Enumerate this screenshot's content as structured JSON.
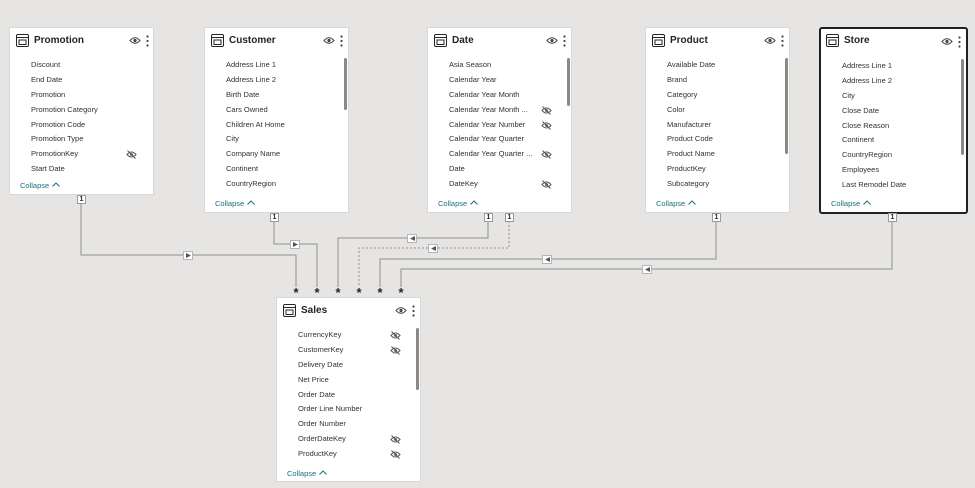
{
  "tables": {
    "promotion": {
      "title": "Promotion",
      "fields": [
        "Discount",
        "End Date",
        "Promotion",
        "Promotion Category",
        "Promotion Code",
        "Promotion Type",
        "PromotionKey",
        "Start Date"
      ],
      "collapse": "Collapse"
    },
    "customer": {
      "title": "Customer",
      "fields": [
        "Address Line 1",
        "Address Line 2",
        "Birth Date",
        "Cars Owned",
        "Children At Home",
        "City",
        "Company Name",
        "Continent",
        "CountryRegion"
      ],
      "collapse": "Collapse"
    },
    "date": {
      "title": "Date",
      "fields": [
        "Asia Season",
        "Calendar Year",
        "Calendar Year Month",
        "Calendar Year Month ...",
        "Calendar Year Number",
        "Calendar Year Quarter",
        "Calendar Year Quarter ...",
        "Date",
        "DateKey"
      ],
      "collapse": "Collapse"
    },
    "product": {
      "title": "Product",
      "fields": [
        "Available Date",
        "Brand",
        "Category",
        "Color",
        "Manufacturer",
        "Product Code",
        "Product Name",
        "ProductKey",
        "Subcategory"
      ],
      "collapse": "Collapse"
    },
    "store": {
      "title": "Store",
      "fields": [
        "Address Line 1",
        "Address Line 2",
        "City",
        "Close Date",
        "Close Reason",
        "Continent",
        "CountryRegion",
        "Employees",
        "Last Remodel Date"
      ],
      "collapse": "Collapse"
    },
    "sales": {
      "title": "Sales",
      "fields": [
        "CurrencyKey",
        "CustomerKey",
        "Delivery Date",
        "Net Price",
        "Order Date",
        "Order Line Number",
        "Order Number",
        "OrderDateKey",
        "ProductKey"
      ],
      "collapse": "Collapse"
    }
  },
  "relationships": {
    "one_label": "1",
    "many_label": "*"
  },
  "colors": {
    "canvas": "#e6e5e4",
    "card_border": "#d8d8d8",
    "selected_border": "#202020",
    "link_line": "#8e8e8e",
    "collapse_text": "#1a6e80"
  }
}
